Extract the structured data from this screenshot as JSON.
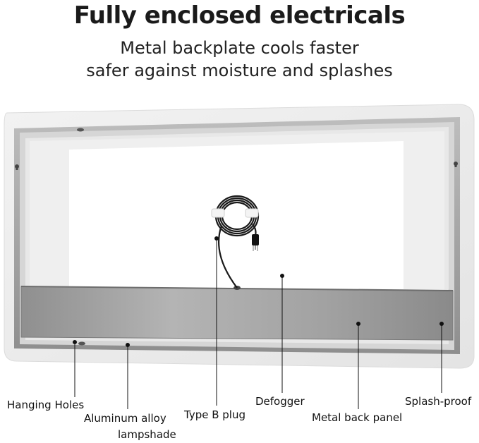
{
  "header": {
    "title": "Fully enclosed electricals",
    "subtitle_line1": "Metal backplate cools faster",
    "subtitle_line2": "safer against moisture and splashes"
  },
  "labels": {
    "hanging_holes": "Hanging Holes",
    "aluminum_line1": "Aluminum alloy",
    "aluminum_line2": "lampshade",
    "type_b_plug": "Type B plug",
    "defogger": "Defogger",
    "metal_back_panel": "Metal back panel",
    "splash_proof": "Splash-proof"
  },
  "colors": {
    "frame_outer": "#e9e9e9",
    "frame_metal": "#9a9a9a",
    "back_panel": "#a8a8a8",
    "cable": "#1a1a1a"
  }
}
